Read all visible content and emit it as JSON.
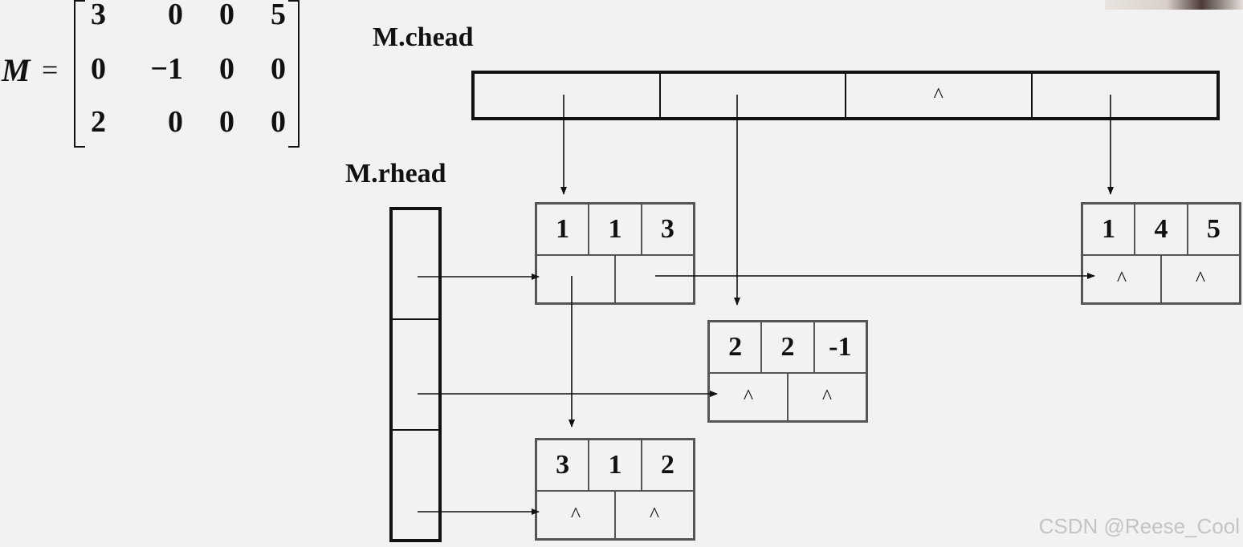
{
  "matrix": {
    "name": "M",
    "equals": "=",
    "rows": [
      [
        "3",
        "0",
        "0",
        "5"
      ],
      [
        "0",
        "−1",
        "0",
        "0"
      ],
      [
        "2",
        "0",
        "0",
        "0"
      ]
    ]
  },
  "chead": {
    "title": "M.chead",
    "cells": [
      "",
      "",
      "^",
      ""
    ]
  },
  "rhead": {
    "title": "M.rhead"
  },
  "nodes": [
    {
      "id": "n113",
      "i": "1",
      "j": "1",
      "e": "3",
      "down": "",
      "right": ""
    },
    {
      "id": "n145",
      "i": "1",
      "j": "4",
      "e": "5",
      "down": "^",
      "right": "^"
    },
    {
      "id": "n22m1",
      "i": "2",
      "j": "2",
      "e": "-1",
      "down": "^",
      "right": "^"
    },
    {
      "id": "n312",
      "i": "3",
      "j": "1",
      "e": "2",
      "down": "^",
      "right": "^"
    }
  ],
  "watermark": "CSDN @Reese_Cool"
}
